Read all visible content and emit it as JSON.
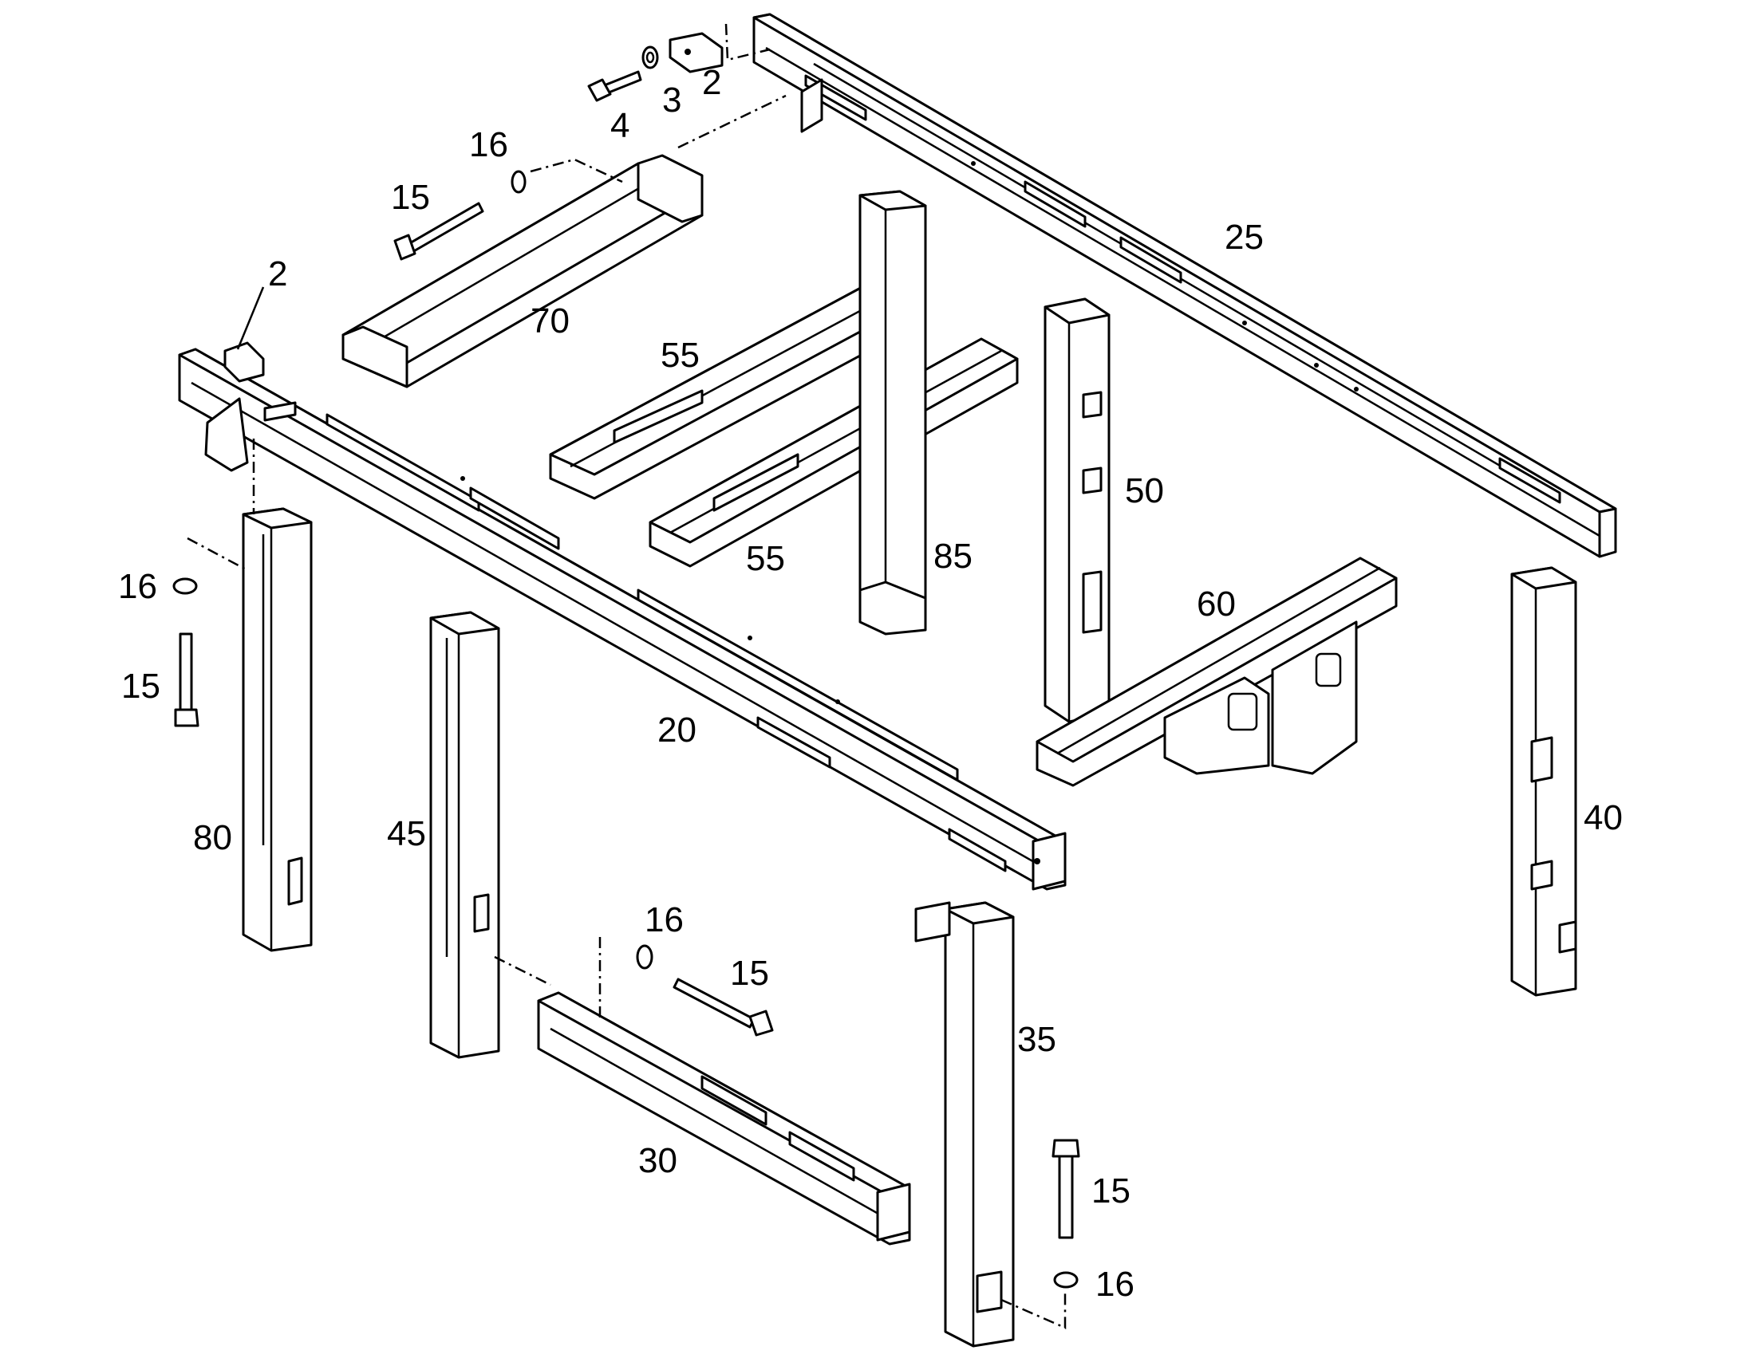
{
  "callouts": [
    {
      "id": "c2a",
      "text": "2"
    },
    {
      "id": "c3",
      "text": "3"
    },
    {
      "id": "c4",
      "text": "4"
    },
    {
      "id": "c16a",
      "text": "16"
    },
    {
      "id": "c15a",
      "text": "15"
    },
    {
      "id": "c25",
      "text": "25"
    },
    {
      "id": "c2b",
      "text": "2"
    },
    {
      "id": "c70",
      "text": "70"
    },
    {
      "id": "c55a",
      "text": "55"
    },
    {
      "id": "c50",
      "text": "50"
    },
    {
      "id": "c55b",
      "text": "55"
    },
    {
      "id": "c85",
      "text": "85"
    },
    {
      "id": "c60",
      "text": "60"
    },
    {
      "id": "c16b",
      "text": "16"
    },
    {
      "id": "c15b",
      "text": "15"
    },
    {
      "id": "c20",
      "text": "20"
    },
    {
      "id": "c80",
      "text": "80"
    },
    {
      "id": "c45",
      "text": "45"
    },
    {
      "id": "c40",
      "text": "40"
    },
    {
      "id": "c16c",
      "text": "16"
    },
    {
      "id": "c15c",
      "text": "15"
    },
    {
      "id": "c35",
      "text": "35"
    },
    {
      "id": "c30",
      "text": "30"
    },
    {
      "id": "c15d",
      "text": "15"
    },
    {
      "id": "c16d",
      "text": "16"
    }
  ]
}
